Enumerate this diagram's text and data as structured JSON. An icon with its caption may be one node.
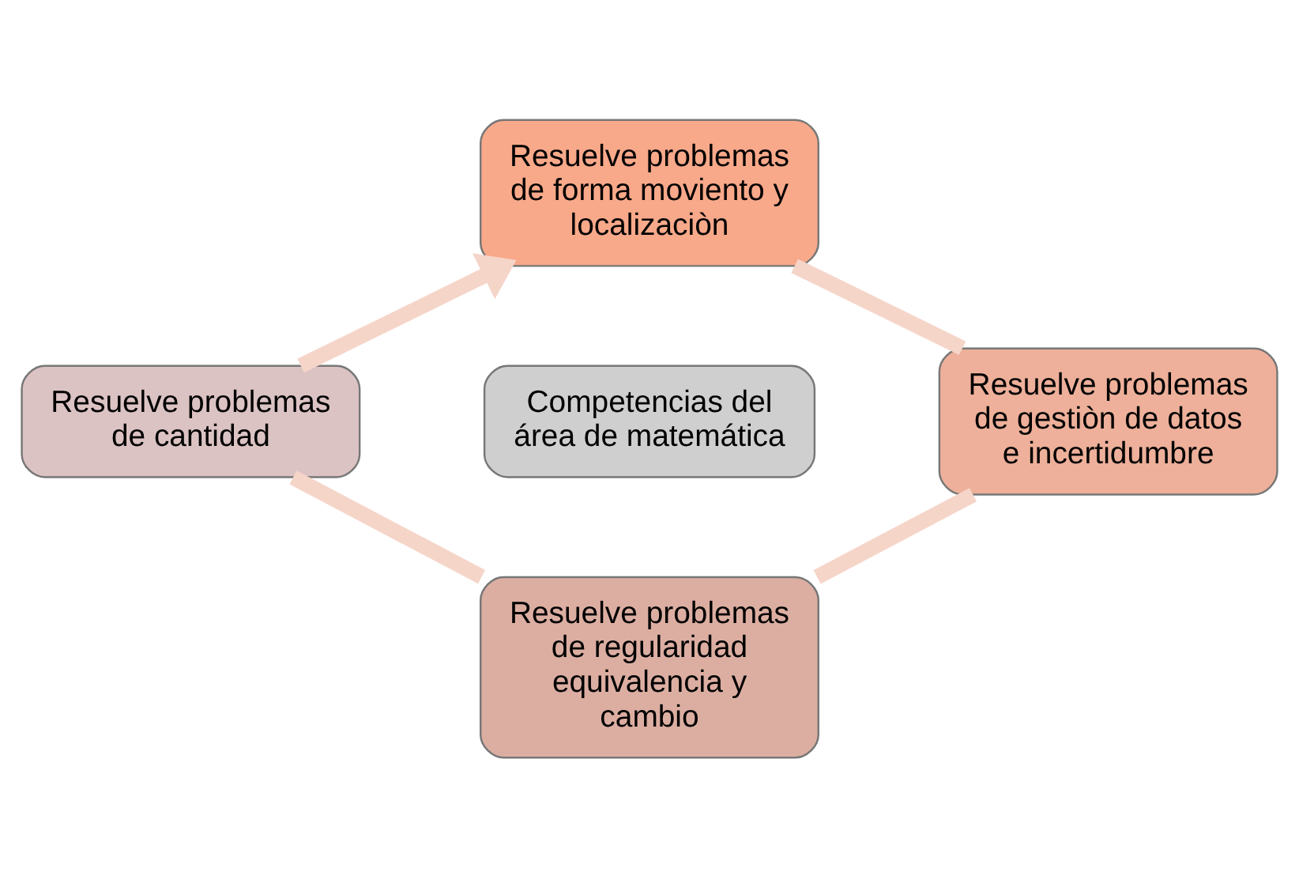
{
  "diagram": {
    "nodes": [
      {
        "text": [
          "Resuelve problemas de forma moviento y localizaciòn"
        ]
      },
      {
        "text": [
          "Resuelve problemas de gestiòn de datos e incertidumbre"
        ]
      },
      {
        "text": [
          "Resuelve problemas de regularidad equivalencia y cambio"
        ]
      },
      {
        "text": [
          "Resuelve problemas de cantidad"
        ]
      },
      {
        "text": [
          "Competencias del área de matemática"
        ]
      }
    ],
    "edges": [
      {
        "from": 0,
        "to": 1,
        "arrow": "none"
      },
      {
        "from": 1,
        "to": 2,
        "arrow": "none"
      },
      {
        "from": 2,
        "to": 3,
        "arrow": "none"
      },
      {
        "from": 3,
        "to": 0,
        "arrow": "to"
      }
    ]
  }
}
